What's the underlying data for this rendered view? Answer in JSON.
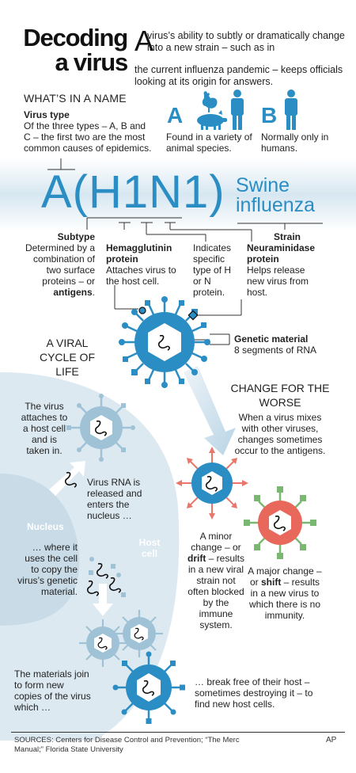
{
  "header": {
    "title_line1": "Decoding",
    "title_line2": "a virus",
    "drop_cap": "A",
    "intro_first": "virus’s ability to subtly or dramatically change into a new strain – such as in",
    "intro_rest": "the current influenza pandemic – keeps officials looking at its origin for answers."
  },
  "name_section": {
    "heading": "WHAT’S IN A NAME",
    "virus_type_label": "Virus type",
    "virus_type_text": "Of the three types – A, B and C – the first two are the most common causes of epidemics.",
    "type_a_letter": "A",
    "type_a_text": "Found in a variety of animal species.",
    "type_b_letter": "B",
    "type_b_text": "Normally only in humans."
  },
  "strain_name": {
    "code": "A(H1N1)",
    "swine_line1": "Swine",
    "swine_line2": "influenza"
  },
  "parts": {
    "subtype_label": "Subtype",
    "subtype_text1": "Determined by a combination of two surface proteins – or",
    "subtype_text_bold": "antigens",
    "subtype_text_end": ".",
    "hemag_label": "Hemagglutinin protein",
    "hemag_text": "Attaches virus to the host cell.",
    "indicates_text": "Indicates specific type of H or N protein.",
    "strain_label": "Strain",
    "neur_label": "Neuraminidase protein",
    "neur_text": "Helps release new virus from host."
  },
  "cycle": {
    "heading": "A VIRAL CYCLE OF LIFE",
    "genetic_label": "Genetic material",
    "genetic_text": "8 segments of RNA",
    "step1": "The virus attaches to a host cell and is taken in.",
    "step2": "Virus RNA is released and enters the nucleus …",
    "nucleus_label": "Nucleus",
    "step3": "… where it uses the cell to copy the virus’s genetic material.",
    "host_cell_label": "Host cell",
    "step4": "The materials join to form new copies of the virus which …",
    "step5": "… break free of their host – sometimes destroying it – to find new host cells."
  },
  "change": {
    "heading": "CHANGE FOR THE WORSE",
    "intro": "When a virus mixes with other viruses, changes sometimes occur to the antigens.",
    "drift_pre": "A minor change – or",
    "drift_bold": "drift",
    "drift_post": "– results in a new viral strain not often blocked by the immune system.",
    "shift_pre": "A major change – or",
    "shift_bold": "shift",
    "shift_post": "– results in a new virus to which there is no immunity."
  },
  "footer": {
    "sources": "SOURCES: Centers for Disease Control and Prevention; “The Merc Manual;” Florida State University",
    "credit": "AP"
  },
  "colors": {
    "virus_blue": "#2a8dc4",
    "virus_light": "#a9ccdf",
    "cell_bg": "#dde9f1",
    "drift_arrow": "#e8766b",
    "shift_red": "#e8685b",
    "spike_green": "#7ab872",
    "text_dark": "#222222"
  },
  "icons": [
    "pig-icon",
    "rooster-icon",
    "human-icon",
    "virus-icon",
    "rna-icon",
    "arrow-icon"
  ]
}
